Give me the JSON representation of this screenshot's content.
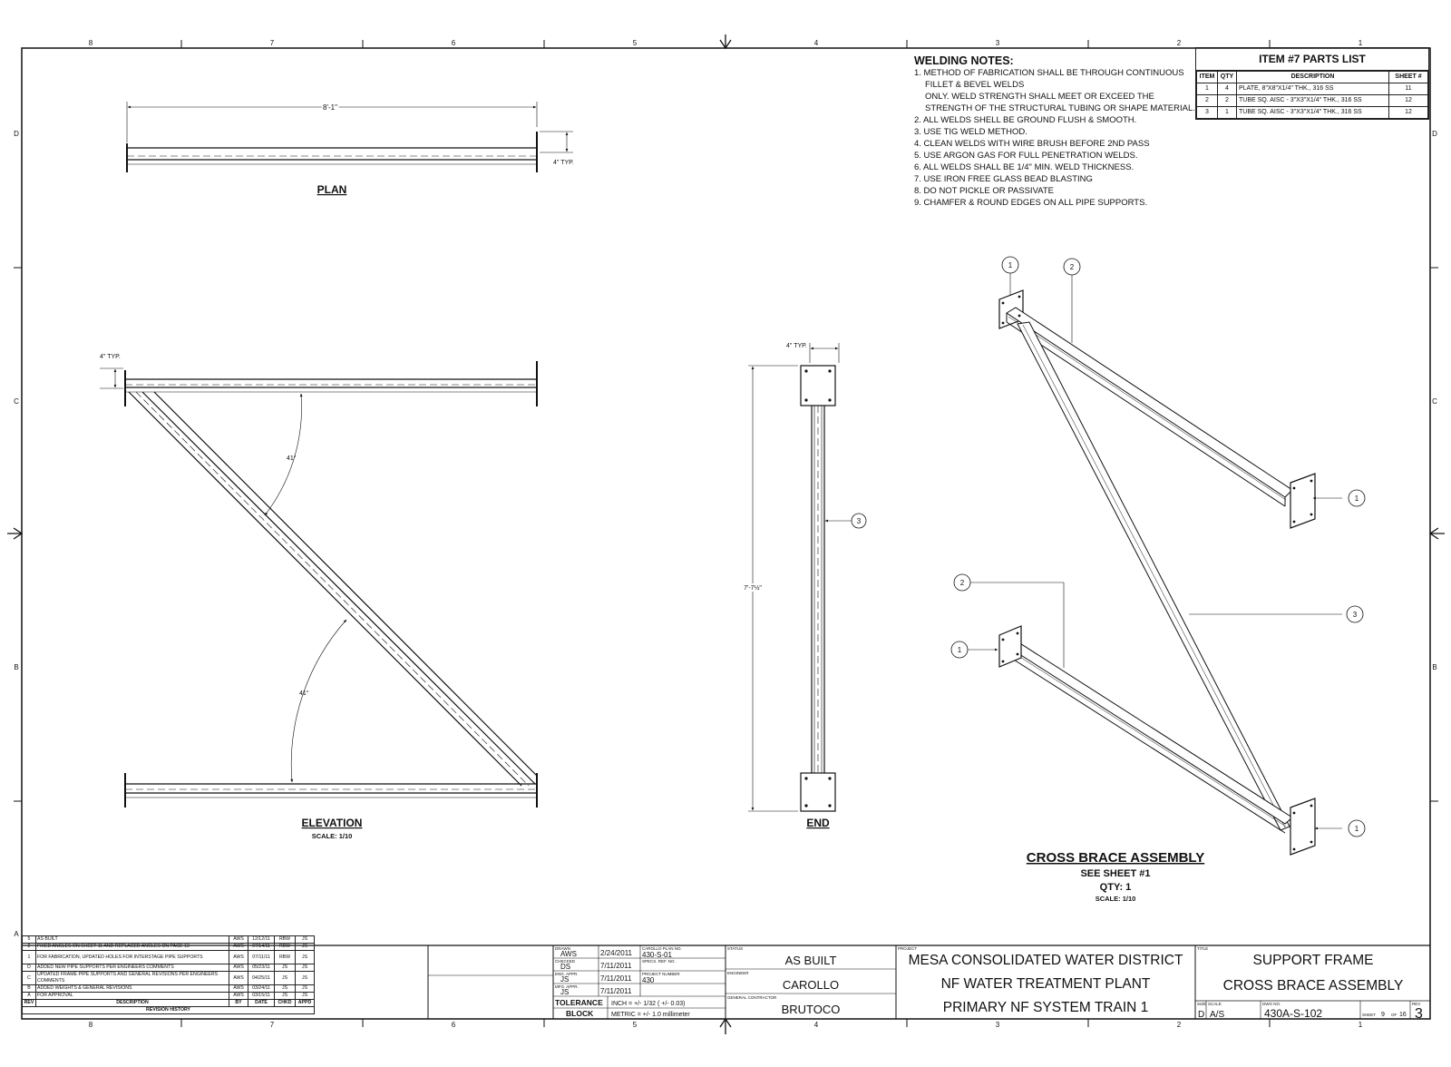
{
  "views": {
    "plan": {
      "title": "PLAN",
      "dim_length": "8'-1\"",
      "dim_typ": "4\" TYP."
    },
    "elevation": {
      "title": "ELEVATION",
      "scale": "SCALE: 1/10",
      "dim_typ": "4\" TYP.",
      "angle_top": "41°",
      "angle_bottom": "41°"
    },
    "end": {
      "title": "END",
      "dim_typ": "4\" TYP.",
      "dim_height": "7'-7½\"",
      "callout": "3"
    },
    "iso": {
      "title": "CROSS BRACE ASSEMBLY",
      "see_sheet": "SEE SHEET #1",
      "qty": "QTY: 1",
      "scale": "SCALE: 1/10",
      "callouts": [
        "1",
        "2",
        "1",
        "3",
        "2",
        "1",
        "1"
      ]
    }
  },
  "welding_notes": {
    "title": "WELDING NOTES:",
    "lines": [
      "1. METHOD OF FABRICATION SHALL BE THROUGH CONTINUOUS",
      "    FILLET & BEVEL WELDS",
      "    ONLY.  WELD STRENGTH SHALL MEET OR EXCEED THE",
      "    STRENGTH OF THE STRUCTURAL TUBING OR SHAPE MATERIAL.",
      "2. ALL WELDS SHELL BE GROUND FLUSH & SMOOTH.",
      "3. USE TIG WELD METHOD.",
      "4. CLEAN WELDS WITH WIRE BRUSH BEFORE 2ND PASS",
      "5. USE ARGON GAS FOR FULL PENETRATION WELDS.",
      "6. ALL WELDS SHALL BE 1/4\" MIN. WELD THICKNESS.",
      "7. USE IRON FREE GLASS BEAD BLASTING",
      "8. DO NOT PICKLE OR PASSIVATE",
      "9. CHAMFER & ROUND EDGES ON ALL PIPE SUPPORTS."
    ]
  },
  "parts_list": {
    "title": "ITEM #7 PARTS LIST",
    "headers": [
      "ITEM",
      "QTY",
      "DESCRIPTION",
      "SHEET #"
    ],
    "rows": [
      [
        "1",
        "4",
        "PLATE, 8\"X8\"X1/4\" THK., 316 SS",
        "11"
      ],
      [
        "2",
        "2",
        "TUBE SQ. AISC - 3\"X3\"X1/4\" THK., 316 SS",
        "12"
      ],
      [
        "3",
        "1",
        "TUBE SQ. AISC - 3\"X3\"X1/4\" THK., 316 SS",
        "12"
      ]
    ]
  },
  "border": {
    "top_numbers": [
      "8",
      "7",
      "6",
      "5",
      "4",
      "3",
      "2",
      "1"
    ],
    "bottom_numbers": [
      "8",
      "7",
      "6",
      "5",
      "4",
      "3",
      "2",
      "1"
    ],
    "side_letters": [
      "D",
      "C",
      "B",
      "A"
    ]
  },
  "revision_history": {
    "title": "REVISION HISTORY",
    "headers": [
      "REV",
      "DESCRIPTION",
      "BY",
      "DATE",
      "CHKD",
      "APPD"
    ],
    "rows": [
      [
        "5",
        "AS BUILT",
        "AWS",
        "12/12/11",
        "RBW",
        "JS"
      ],
      [
        "2",
        "FIXED ANGLES ON SHEET 11 AND REPLACED ANGLES ON PAGE 13",
        "AWS",
        "07/14/11",
        "RBW",
        "JS"
      ],
      [
        "1",
        "FOR FABRICATION, UPDATED HOLES FOR INTERSTAGE PIPE SUPPORTS",
        "AWS",
        "07/11/11",
        "RBW",
        "JS"
      ],
      [
        "D",
        "ADDED NEW PIPE SUPPORTS PER ENGINEERS COMMENTS",
        "AWS",
        "05/23/11",
        "JS",
        "JS"
      ],
      [
        "C",
        "UPDATED FRAME PIPE SUPPORTS AND GENERAL REVISIONS PER ENGINEERS COMMENTS",
        "AWS",
        "04/25/11",
        "JS",
        "JS"
      ],
      [
        "B",
        "ADDED WEIGHTS & GENERAL REVISIONS",
        "AWS",
        "03/24/11",
        "JS",
        "JS"
      ],
      [
        "A",
        "FOR APPROVAL",
        "AWS",
        "03/15/11",
        "JS",
        "JS"
      ]
    ]
  },
  "title_block": {
    "drawn_label": "DRAWN",
    "drawn_by": "AWS",
    "drawn_date": "2/24/2011",
    "checked_label": "CHECKED",
    "checked_by": "DS",
    "checked_date": "7/11/2011",
    "eng_label": "ENG. APPR.",
    "eng_by": "JS",
    "eng_date": "7/11/2011",
    "mfg_label": "MFG. APPR.",
    "mfg_by": "JS",
    "mfg_date": "7/11/2011",
    "carollo_label": "CAROLLO PLAN NO.",
    "carollo_no": "430-S-01",
    "spec_label": "SPECS. REF. NO.",
    "project_no_label": "PROJECT NUMBER",
    "project_no": "430",
    "tolerance_label_1": "TOLERANCE",
    "tolerance_label_2": "BLOCK",
    "tolerance_inch": "INCH = +/- 1/32 ( +/- 0.03)",
    "tolerance_metric": "METRIC = +/- 1.0 millimeter",
    "status_label": "STATUS",
    "status": "AS BUILT",
    "engineer_label": "ENGINEER",
    "engineer": "CAROLLO",
    "contractor_label": "GENERAL CONTRACTOR",
    "contractor": "BRUTOCO",
    "project_label": "PROJECT",
    "project_line1": "MESA CONSOLIDATED WATER DISTRICT",
    "project_line2": "NF WATER TREATMENT PLANT",
    "project_line3": "PRIMARY NF SYSTEM TRAIN 1",
    "title_label": "TITLE",
    "title_line1": "SUPPORT FRAME",
    "title_line2": "CROSS BRACE ASSEMBLY",
    "size_label": "SIZE",
    "size": "D",
    "scale_label": "SCALE",
    "scale": "A/S",
    "dwg_label": "DWG NO.",
    "dwg_no": "430A-S-102",
    "sheet_label": "SHEET",
    "sheet_no": "9",
    "of_label": "OF",
    "sheet_total": "16",
    "rev_label": "REV",
    "rev": "3"
  }
}
